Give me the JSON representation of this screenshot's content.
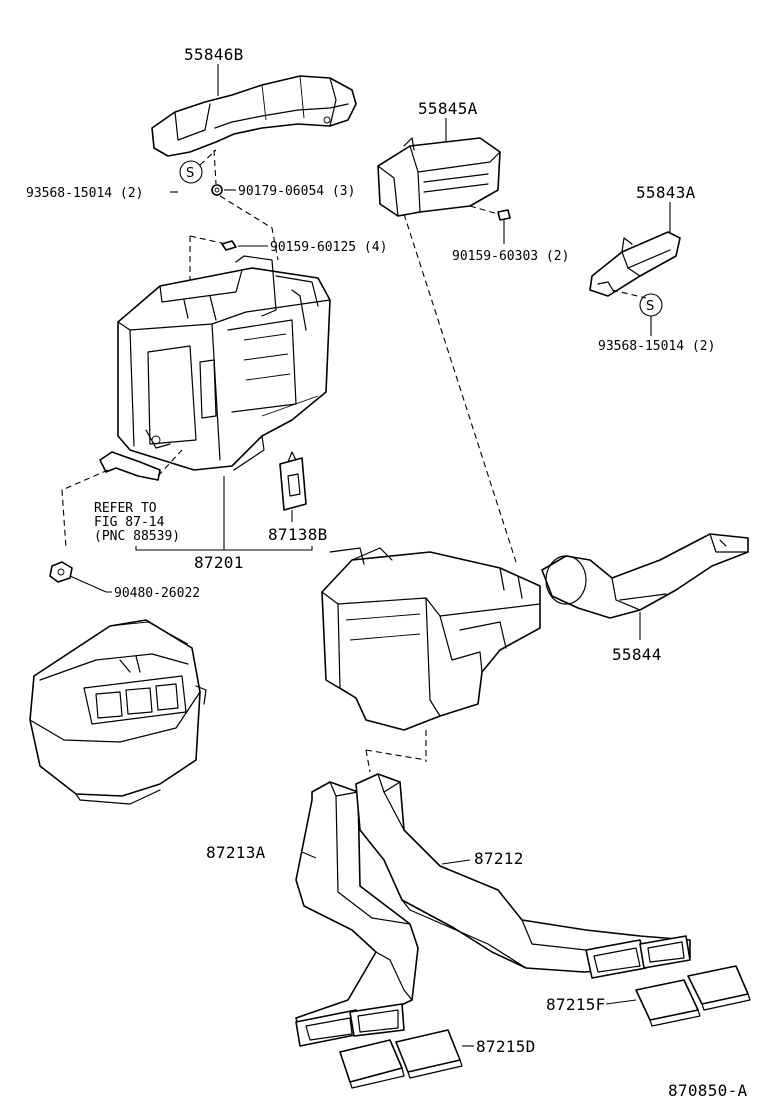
{
  "diagram_id": "870850-A",
  "labels": {
    "p55846B": "55846B",
    "p93568_left": "93568-15014 (2)",
    "p90179": "90179-06054 (3)",
    "p90159_60125": "90159-60125 (4)",
    "p55845A": "55845A",
    "p90159_60303": "90159-60303 (2)",
    "p55843A": "55843A",
    "p93568_right": "93568-15014 (2)",
    "refer_line1": "REFER TO",
    "refer_line2": "FIG 87-14",
    "refer_line3": "(PNC 88539)",
    "p87138B": "87138B",
    "p87201": "87201",
    "p90480": "90480-26022",
    "p55844": "55844",
    "p87213A": "87213A",
    "p87212": "87212",
    "p87215F": "87215F",
    "p87215D": "87215D"
  },
  "symbols": {
    "s_left": "S",
    "s_right": "S"
  }
}
